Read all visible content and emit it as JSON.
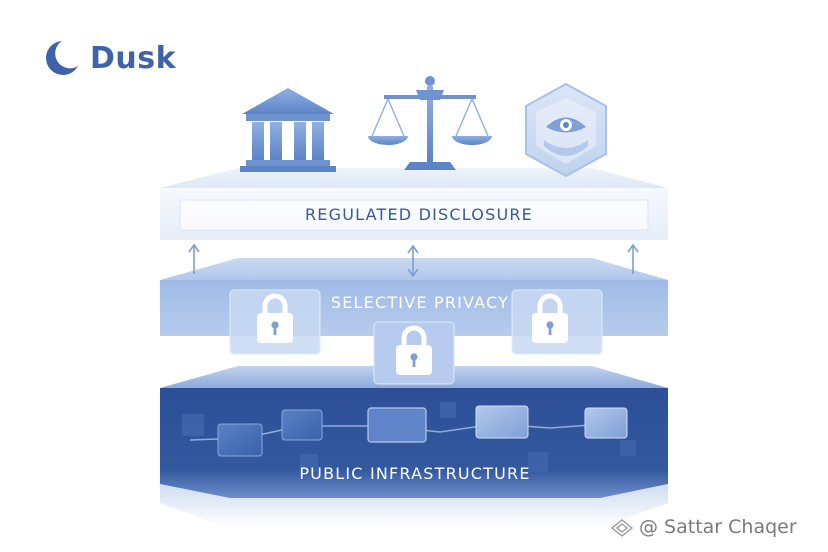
{
  "brand": {
    "name": "Dusk",
    "logo_icon": "crescent-moon-icon",
    "color": "#3e63a8"
  },
  "layers": {
    "regulated": {
      "label": "REGULATED DISCLOSURE",
      "icons": [
        "bank-building-icon",
        "justice-scales-icon",
        "eye-shield-icon"
      ]
    },
    "selective": {
      "label": "SELECTIVE PRIVACY",
      "icons": [
        "padlock-icon",
        "padlock-icon",
        "padlock-icon"
      ]
    },
    "public": {
      "label": "PUBLIC INFRASTRUCTURE",
      "icons": [
        "blockchain-blocks-icon"
      ]
    }
  },
  "colors": {
    "regulated": "#e9eff9",
    "selective": "#a8c1e8",
    "public": "#2b4f99",
    "accent": "#3e63a8"
  },
  "watermark": {
    "text": "@ Sattar Chaqer",
    "icon": "diamond-logo-icon"
  }
}
